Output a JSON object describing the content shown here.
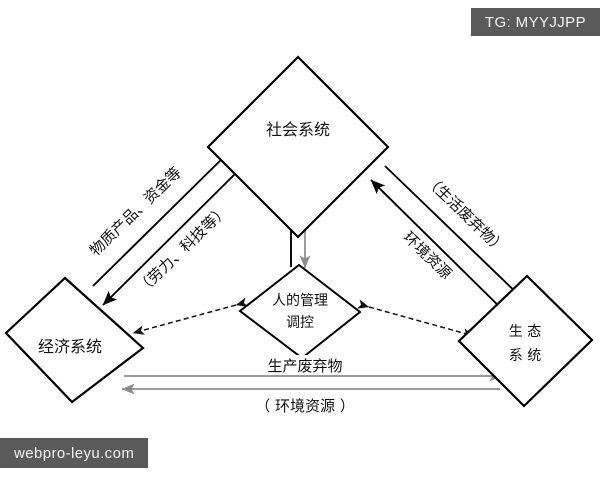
{
  "watermarks": {
    "top_right": "TG: MYYJJPP",
    "bottom_left": "webpro-leyu.com"
  },
  "diagram": {
    "type": "node-link-diagram",
    "nodes": [
      {
        "id": "social",
        "label": "社会系统",
        "label_lines": [
          "社会系统"
        ],
        "shape": "diamond",
        "position": "top"
      },
      {
        "id": "economic",
        "label": "经济系统",
        "label_lines": [
          "经济系统"
        ],
        "shape": "diamond",
        "position": "left"
      },
      {
        "id": "ecological",
        "label": "生态系统",
        "label_lines": [
          "生 态",
          "系 统"
        ],
        "shape": "diamond",
        "position": "right"
      },
      {
        "id": "management",
        "label": "人的管理调控",
        "label_lines": [
          "人的管理",
          "调控"
        ],
        "shape": "diamond",
        "position": "center"
      }
    ],
    "edges": [
      {
        "id": "econ-to-social",
        "from": "economic",
        "to": "social",
        "label": "物质产品、资金等",
        "style": "solid",
        "direction": "forward"
      },
      {
        "id": "social-to-econ",
        "from": "social",
        "to": "economic",
        "label": "（劳力、科技等）",
        "style": "solid",
        "direction": "forward"
      },
      {
        "id": "social-to-ecol",
        "from": "social",
        "to": "ecological",
        "label": "（生活废弃物）",
        "style": "solid",
        "direction": "forward"
      },
      {
        "id": "ecol-to-social",
        "from": "ecological",
        "to": "social",
        "label": "环境资源",
        "style": "solid",
        "direction": "forward"
      },
      {
        "id": "social-mgmt-up",
        "from": "management",
        "to": "social",
        "label": "",
        "style": "solid",
        "direction": "forward"
      },
      {
        "id": "social-mgmt-down",
        "from": "social",
        "to": "management",
        "label": "",
        "style": "gray",
        "direction": "forward"
      },
      {
        "id": "mgmt-econ",
        "from": "management",
        "to": "economic",
        "label": "",
        "style": "dashed",
        "direction": "both"
      },
      {
        "id": "mgmt-ecol",
        "from": "management",
        "to": "ecological",
        "label": "",
        "style": "dashed",
        "direction": "both"
      },
      {
        "id": "econ-to-ecol",
        "from": "economic",
        "to": "ecological",
        "label": "生产废弃物",
        "style": "gray",
        "direction": "forward"
      },
      {
        "id": "ecol-to-econ",
        "from": "ecological",
        "to": "economic",
        "label": "（ 环境资源 ）",
        "style": "gray",
        "direction": "forward"
      }
    ],
    "labels": {
      "material_products": "物质产品、资金等",
      "labor_tech": "（劳力、科技等）",
      "domestic_waste": "（生活废弃物）",
      "environmental_resources": "环境资源",
      "production_waste": "生产废弃物",
      "environmental_resources_bottom": "（ 环境资源 ）"
    }
  },
  "colors": {
    "background": "#ffffff",
    "stroke": "#000000",
    "gray_stroke": "#8c8c8c",
    "watermark_bg": "#5a5a5a",
    "watermark_text": "#f2f2f2"
  }
}
